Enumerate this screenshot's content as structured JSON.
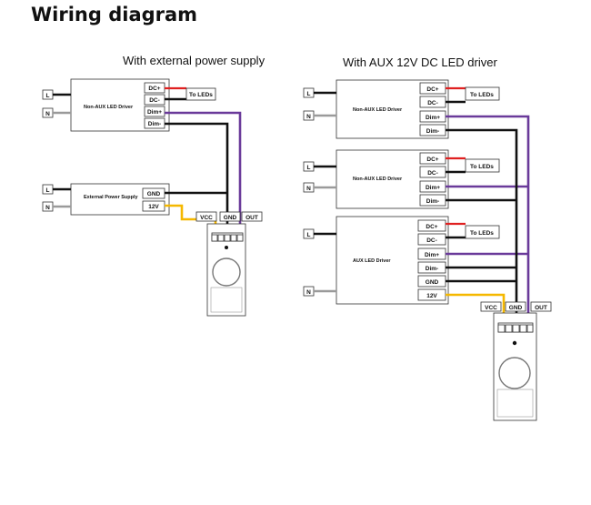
{
  "title": "Wiring diagram",
  "left": {
    "subtitle": "With external power supply",
    "driver": {
      "label": "Non-AUX  LED  Driver",
      "in_L": "L",
      "in_N": "N",
      "terminals": [
        "DC+",
        "DC-",
        "Dim+",
        "Dim-"
      ],
      "to_leds": "To LEDs"
    },
    "psu": {
      "label": "External Power Supply",
      "in_L": "L",
      "in_N": "N",
      "terminals": [
        "GND",
        "12V"
      ]
    },
    "sensor": {
      "labels": [
        "VCC",
        "GND",
        "OUT"
      ]
    }
  },
  "right": {
    "subtitle": "With AUX 12V DC  LED driver",
    "driver1": {
      "label": "Non-AUX  LED Driver",
      "in_L": "L",
      "in_N": "N",
      "terminals": [
        "DC+",
        "DC-",
        "Dim+",
        "Dim-"
      ],
      "to_leds": "To LEDs"
    },
    "driver2": {
      "label": "Non-AUX  LED Driver",
      "in_L": "L",
      "in_N": "N",
      "terminals": [
        "DC+",
        "DC-",
        "Dim+",
        "Dim-"
      ],
      "to_leds": "To LEDs"
    },
    "driver3": {
      "label": "AUX  LED Driver",
      "in_L": "L",
      "in_N": "N",
      "terminals": [
        "DC+",
        "DC-",
        "Dim+",
        "Dim-",
        "GND",
        "12V"
      ],
      "to_leds": "To LEDs"
    },
    "sensor": {
      "labels": [
        "VCC",
        "GND",
        "OUT"
      ]
    }
  },
  "colors": {
    "live": "#111111",
    "neutral": "#9a9a9a",
    "dim_plus": "#6a3a9a",
    "vcc": "#f5b800",
    "dc_plus": "#e02020"
  }
}
